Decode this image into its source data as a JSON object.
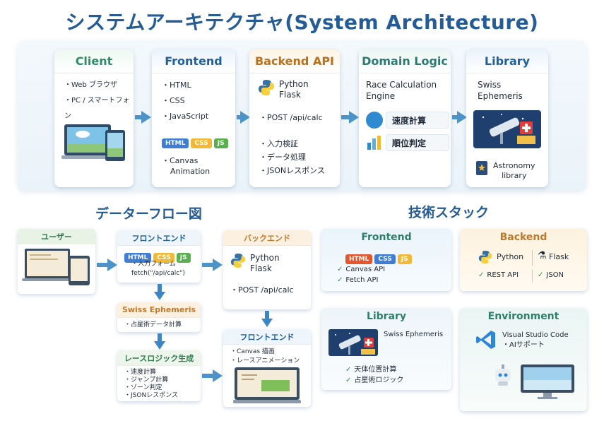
{
  "title": "システムアーキテクチャ(System Architecture)",
  "architecture": {
    "client": {
      "header": "Client",
      "items": [
        "Web ブラウザ",
        "PC / スマートフォン"
      ]
    },
    "frontend": {
      "header": "Frontend",
      "items": [
        "HTML",
        "CSS",
        "JavaScript"
      ],
      "badges": [
        "HTML",
        "CSS",
        "JS"
      ],
      "extra": [
        "Canvas",
        "Animation"
      ]
    },
    "backend": {
      "header": "Backend API",
      "python_line1": "Python",
      "python_line2": "Flask",
      "post": "POST /api/calc",
      "items": [
        "入力検証",
        "データ処理",
        "JSONレスポンス"
      ]
    },
    "domain": {
      "header": "Domain Logic",
      "line1": "Race Calculation",
      "line2": "Engine",
      "pill1": "速度計算",
      "pill2": "順位判定"
    },
    "library": {
      "header": "Library",
      "line1": "Swiss",
      "line2": "Ephemeris",
      "astro1": "Astronomy",
      "astro2": "library"
    }
  },
  "dataflow": {
    "title": "データーフロー図",
    "user": {
      "header": "ユーザー",
      "screen_text": ""
    },
    "frontend1": {
      "header": "フロントエンド",
      "badges": [
        "HTML",
        "CSS",
        "JS"
      ],
      "items": [
        "入力フォーム"
      ],
      "fetch": "fetch(\"/api/calc\")"
    },
    "backend": {
      "header": "バックエンド",
      "python_line1": "Python",
      "python_line2": "Flask",
      "post": "POST /api/calc"
    },
    "swiss": {
      "header": "Swiss Ephemeris",
      "items": [
        "占星術データ計算"
      ]
    },
    "frontend2": {
      "header": "フロントエンド",
      "items": [
        "Canvas 描画",
        "レースアニメーション"
      ]
    },
    "race": {
      "header": "レースロジック生成",
      "items": [
        "速度計算",
        "ジャンプ計算",
        "ゾーン判定",
        "JSONレスポンス"
      ]
    }
  },
  "techstack": {
    "title": "技術スタック",
    "frontend": {
      "header": "Frontend",
      "badges": [
        "HTML",
        "CSS",
        "JS"
      ],
      "checks": [
        "Canvas API",
        "Fetch API"
      ]
    },
    "backend": {
      "header": "Backend",
      "python": "Python",
      "flask": "Flask",
      "rest": "REST API",
      "json": "JSON"
    },
    "library": {
      "header": "Library",
      "name": "Swiss Ephemeris",
      "checks": [
        "天体位置計算",
        "占星術ロジック"
      ]
    },
    "environment": {
      "header": "Environment",
      "name": "Visual Studio Code",
      "item": "AIサポート"
    }
  },
  "colors": {
    "title": "#255c95",
    "arrow": "#4b93c9",
    "python_blue": "#3572a5",
    "python_yellow": "#f7cf3d"
  }
}
